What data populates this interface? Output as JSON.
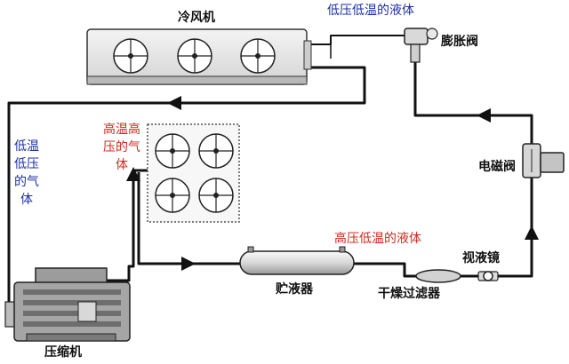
{
  "components": {
    "air_cooler": "冷风机",
    "expansion_valve": "膨胀阀",
    "solenoid_valve": "电磁阀",
    "sight_glass": "视液镜",
    "filter_drier": "干燥过滤器",
    "receiver": "贮液器",
    "compressor": "压缩机"
  },
  "states": {
    "low_p_low_t_liquid": "低压低温的液体",
    "high_t_high_p_gas": "高温高压的气体",
    "low_t_low_p_gas": "低温低压的气体",
    "high_p_low_t_liquid": "高压低温的液体"
  },
  "colors": {
    "pipe": "#111111",
    "blue_text": "#1c2fa8",
    "red_text": "#d0281f",
    "unit_fill": "#e6e6e6"
  }
}
